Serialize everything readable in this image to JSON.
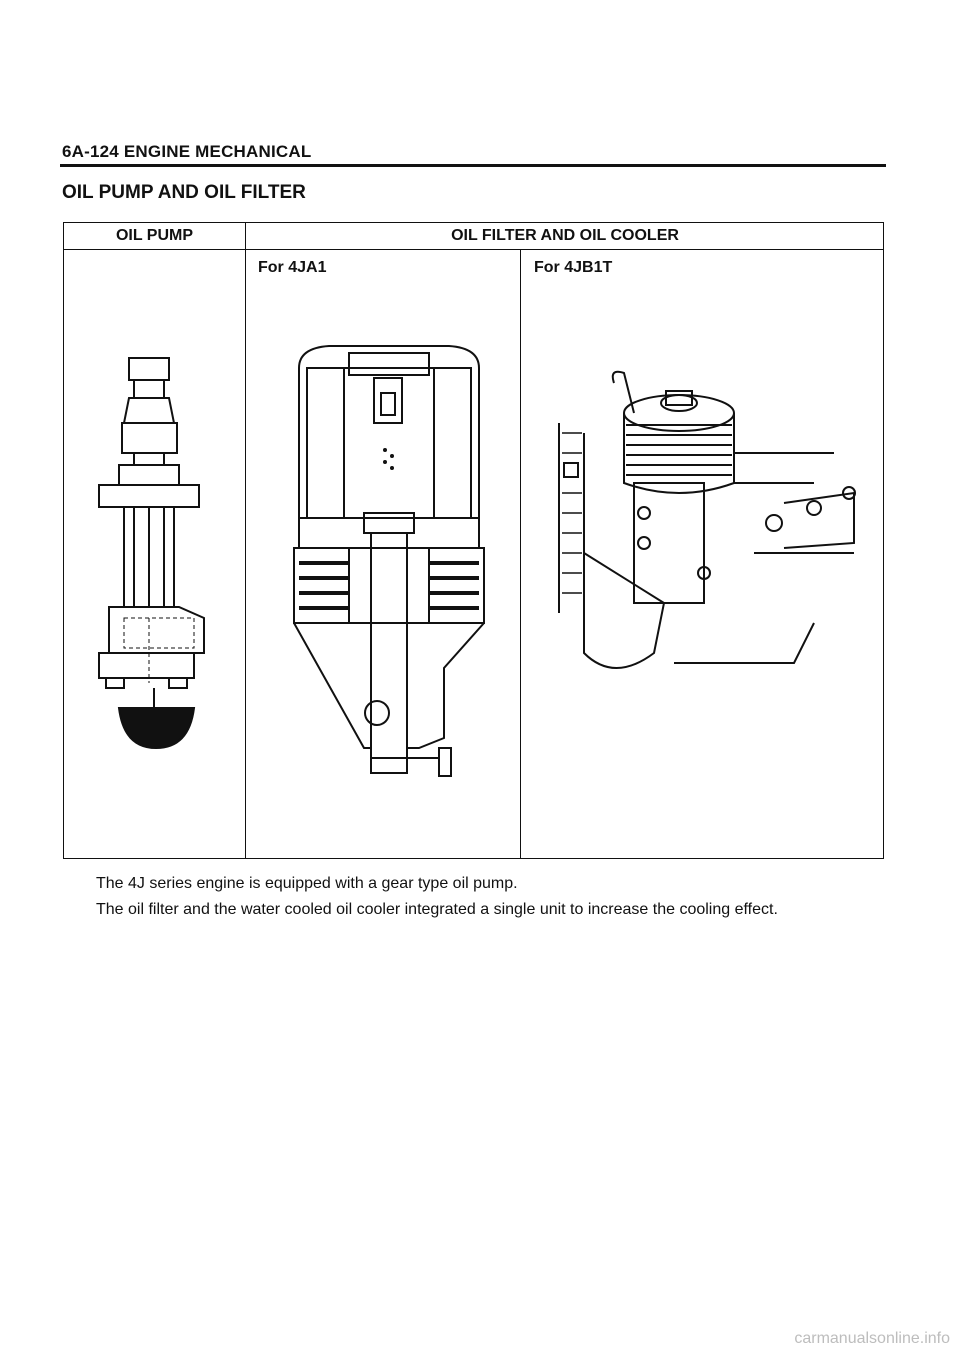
{
  "header": {
    "page_ref": "6A-124 ENGINE MECHANICAL"
  },
  "section": {
    "title": "OIL PUMP AND OIL FILTER"
  },
  "table": {
    "col1_header": "OIL PUMP",
    "col2_header": "OIL FILTER AND OIL COOLER",
    "sub_left": "For 4JA1",
    "sub_right": "For 4JB1T"
  },
  "body_text": {
    "line1": "The 4J series engine is equipped with a gear type oil pump.",
    "line2": "The oil filter and the water cooled oil cooler integrated a single unit to increase the cooling effect."
  },
  "footer": {
    "watermark": "carmanualsonline.info"
  }
}
